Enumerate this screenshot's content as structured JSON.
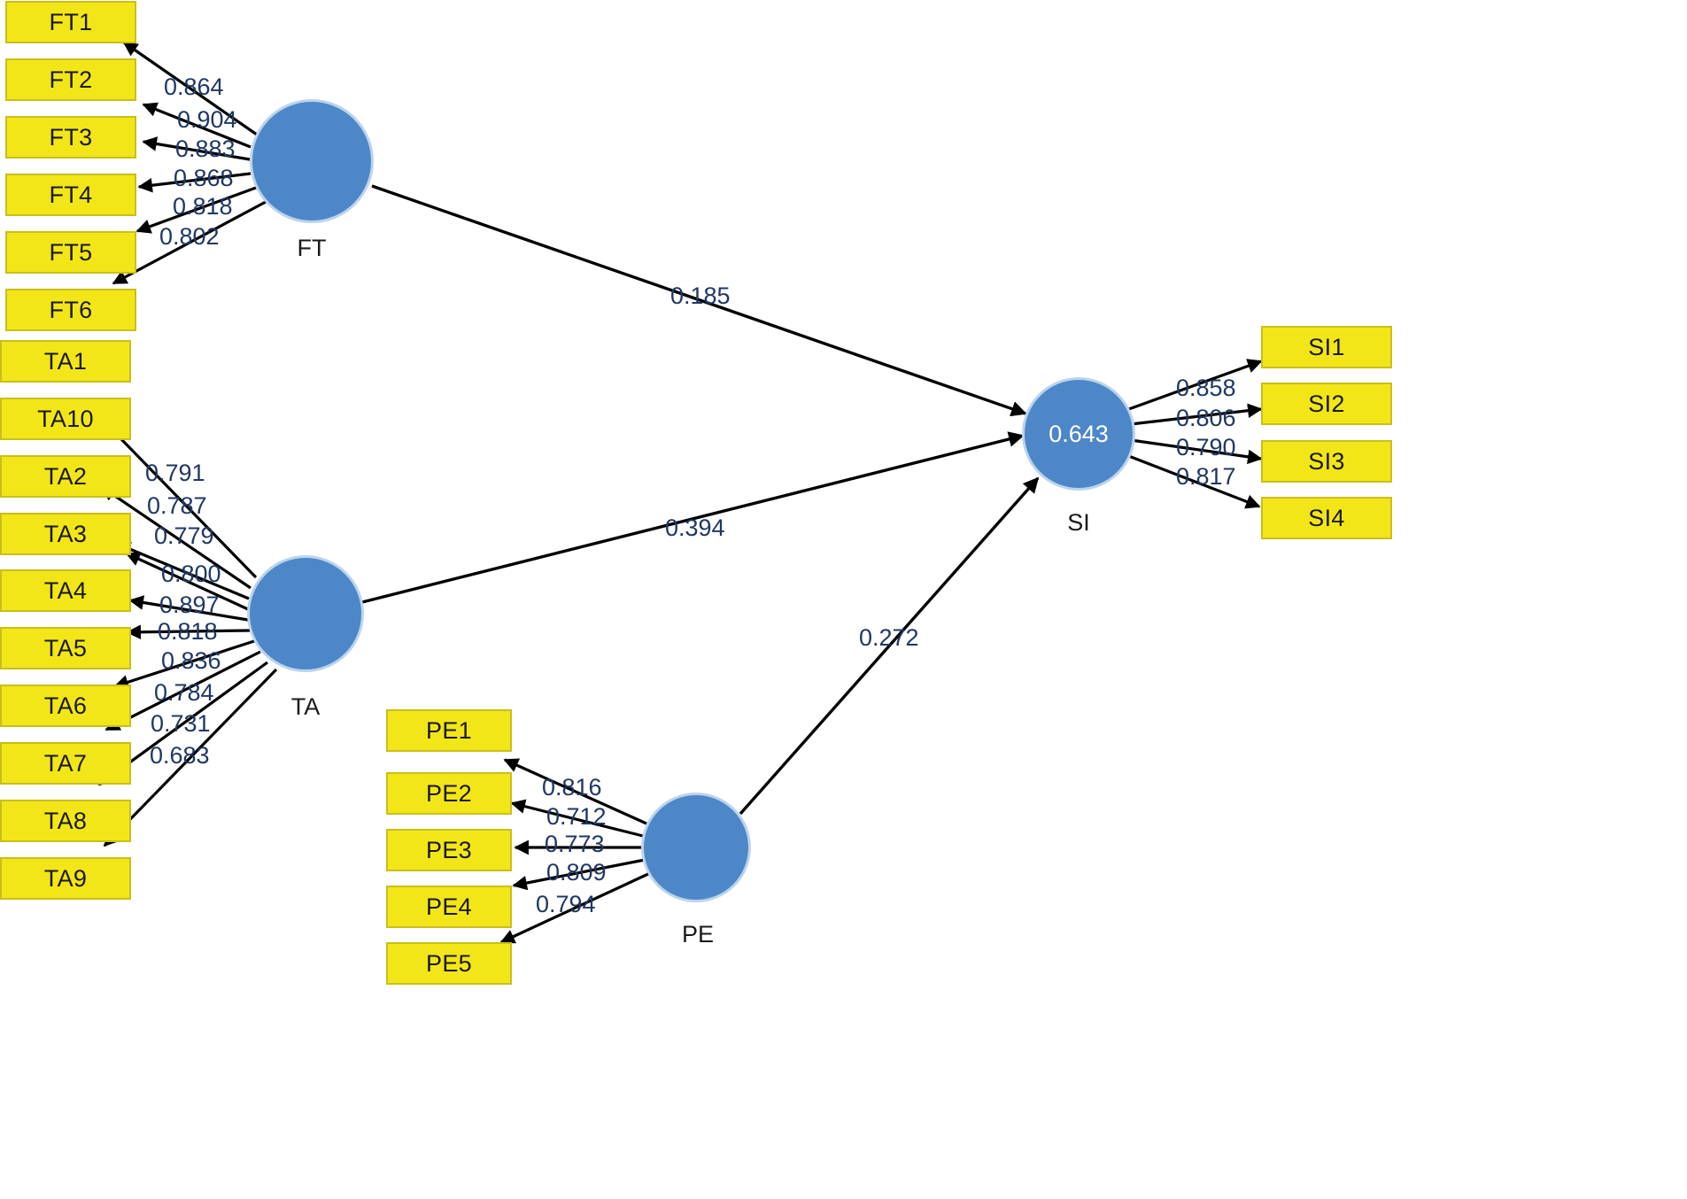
{
  "diagram": {
    "type": "sem-path-diagram",
    "title": "Structural Equation Model",
    "colors": {
      "indicator_fill": "#F2E619",
      "indicator_border": "#C9BF19",
      "construct_fill": "#4E87C7",
      "construct_border": "#BBD4EC",
      "coefficient_text": "#1F3864",
      "arrow": "#000000",
      "background": "#FFFFFF"
    }
  },
  "chart_data": {
    "type": "diagram",
    "title": "PLS-SEM Path Model",
    "constructs": [
      {
        "id": "FT",
        "label": "FT",
        "r_squared": null,
        "inner_value": "",
        "role": "exogenous"
      },
      {
        "id": "TA",
        "label": "TA",
        "r_squared": null,
        "inner_value": "",
        "role": "exogenous"
      },
      {
        "id": "PE",
        "label": "PE",
        "r_squared": null,
        "inner_value": "",
        "role": "exogenous"
      },
      {
        "id": "SI",
        "label": "SI",
        "r_squared": 0.643,
        "inner_value": "0.643",
        "role": "endogenous"
      }
    ],
    "structural_paths": [
      {
        "from": "FT",
        "to": "SI",
        "coefficient": "0.185"
      },
      {
        "from": "TA",
        "to": "SI",
        "coefficient": "0.394"
      },
      {
        "from": "PE",
        "to": "SI",
        "coefficient": "0.272"
      }
    ],
    "measurement_model": [
      {
        "construct": "FT",
        "indicators": [
          "FT1",
          "FT2",
          "FT3",
          "FT4",
          "FT5",
          "FT6"
        ],
        "loadings": [
          "0.864",
          "0.904",
          "0.883",
          "0.868",
          "0.818",
          "0.802"
        ]
      },
      {
        "construct": "TA",
        "indicators": [
          "TA1",
          "TA10",
          "TA2",
          "TA3",
          "TA4",
          "TA5",
          "TA6",
          "TA7",
          "TA8",
          "TA9"
        ],
        "loadings": [
          "0.791",
          "0.787",
          "0.779",
          "0.800",
          "0.897",
          "0.818",
          "0.836",
          "0.784",
          "0.731",
          "0.683"
        ]
      },
      {
        "construct": "PE",
        "indicators": [
          "PE1",
          "PE2",
          "PE3",
          "PE4",
          "PE5"
        ],
        "loadings": [
          "0.816",
          "0.712",
          "0.773",
          "0.809",
          "0.794"
        ]
      },
      {
        "construct": "SI",
        "indicators": [
          "SI1",
          "SI2",
          "SI3",
          "SI4"
        ],
        "loadings": [
          "0.858",
          "0.806",
          "0.790",
          "0.817"
        ]
      }
    ]
  },
  "ft": {
    "label": "FT",
    "indicators": [
      {
        "name": "FT1"
      },
      {
        "name": "FT2"
      },
      {
        "name": "FT3"
      },
      {
        "name": "FT4"
      },
      {
        "name": "FT5"
      },
      {
        "name": "FT6"
      }
    ],
    "loadings": [
      "0.864",
      "0.904",
      "0.883",
      "0.868",
      "0.818",
      "0.802"
    ]
  },
  "ta": {
    "label": "TA",
    "indicators": [
      {
        "name": "TA1"
      },
      {
        "name": "TA10"
      },
      {
        "name": "TA2"
      },
      {
        "name": "TA3"
      },
      {
        "name": "TA4"
      },
      {
        "name": "TA5"
      },
      {
        "name": "TA6"
      },
      {
        "name": "TA7"
      },
      {
        "name": "TA8"
      },
      {
        "name": "TA9"
      }
    ],
    "loadings": [
      "0.791",
      "0.787",
      "0.779",
      "0.800",
      "0.897",
      "0.818",
      "0.836",
      "0.784",
      "0.731",
      "0.683"
    ]
  },
  "pe": {
    "label": "PE",
    "indicators": [
      {
        "name": "PE1"
      },
      {
        "name": "PE2"
      },
      {
        "name": "PE3"
      },
      {
        "name": "PE4"
      },
      {
        "name": "PE5"
      }
    ],
    "loadings": [
      "0.816",
      "0.712",
      "0.773",
      "0.809",
      "0.794"
    ]
  },
  "si": {
    "label": "SI",
    "r2": "0.643",
    "indicators": [
      {
        "name": "SI1"
      },
      {
        "name": "SI2"
      },
      {
        "name": "SI3"
      },
      {
        "name": "SI4"
      }
    ],
    "loadings": [
      "0.858",
      "0.806",
      "0.790",
      "0.817"
    ]
  },
  "paths": {
    "ft_si": "0.185",
    "ta_si": "0.394",
    "pe_si": "0.272"
  }
}
